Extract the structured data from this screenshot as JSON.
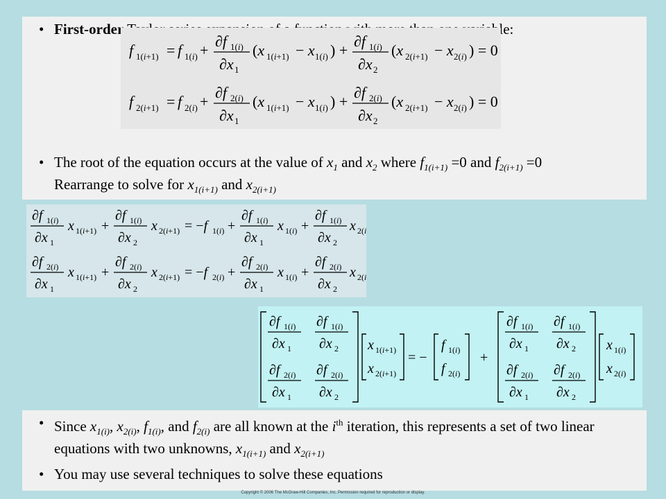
{
  "top": {
    "bullet1_bold": "First-order",
    "bullet1_rest": " Taylor series expansion of a function with more than one variable:",
    "bullet2_line1_a": "The root of the equation occurs at the value of ",
    "bullet2_x": "x",
    "bullet2_sub1": "1",
    "bullet2_and": " and ",
    "bullet2_x2": "x",
    "bullet2_sub2": "2",
    "bullet2_where": " where ",
    "bullet2_f1": "f",
    "bullet2_f1sub": "1(i+1)",
    "bullet2_eq0a": " =0 and ",
    "bullet2_f2": "f",
    "bullet2_f2sub": "2(i+1)",
    "bullet2_eq0b": " =0",
    "bullet2_line2_a": "Rearrange to solve for ",
    "bullet2_line2_x1": "x",
    "bullet2_line2_x1sub": "1(i+1)",
    "bullet2_line2_and": " and ",
    "bullet2_line2_x2": "x",
    "bullet2_line2_x2sub": "2(i+1)"
  },
  "bottom": {
    "bullet3_a": "Since ",
    "bullet3_x1": "x",
    "bullet3_x1sub": "1(i)",
    "bullet3_c1": ", ",
    "bullet3_x2": "x",
    "bullet3_x2sub": "2(i)",
    "bullet3_c2": ", ",
    "bullet3_f1": "f",
    "bullet3_f1sub": "1(i)",
    "bullet3_c3": ", and ",
    "bullet3_f2": "f",
    "bullet3_f2sub": "2(i)",
    "bullet3_b": " are all known at the ",
    "bullet3_i": "i",
    "bullet3_th": "th",
    "bullet3_c": " iteration, this represents a set of two linear equations with two unknowns, ",
    "bullet3_u1": "x",
    "bullet3_u1sub": "1(i+1)",
    "bullet3_and": " and ",
    "bullet3_u2": "x",
    "bullet3_u2sub": "2(i+1)",
    "bullet4": "You may use several techniques to solve these equations"
  },
  "copyright": "Copyright © 2006 The McGraw-Hill Companies, Inc.  Permission required for reproduction or display.",
  "bullet_char": "•",
  "colors": {
    "background": "#b6dde2",
    "panel": "#f0f0f0",
    "eq1_box": "#e6e6e6",
    "eq2_box": "#d6e6ea",
    "eq3_box": "#c2f2f4"
  }
}
